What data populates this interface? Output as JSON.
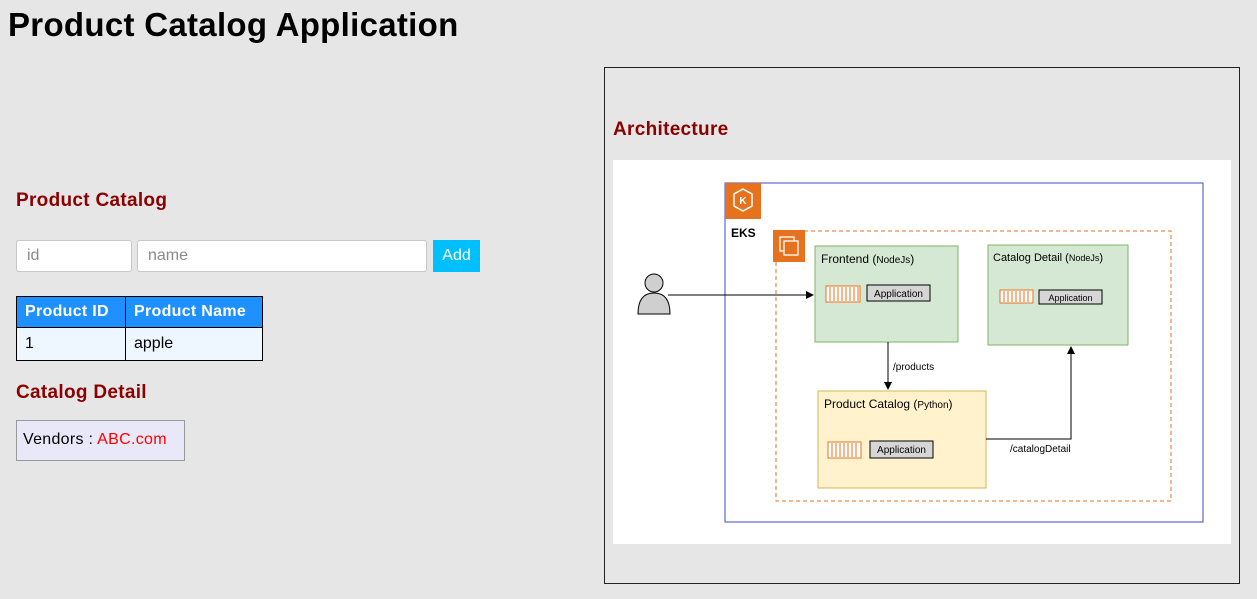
{
  "page_title": "Product Catalog Application",
  "catalog": {
    "heading": "Product Catalog",
    "id_placeholder": "id",
    "name_placeholder": "name",
    "add_label": "Add",
    "columns": [
      "Product ID",
      "Product Name"
    ],
    "rows": [
      [
        "1",
        "apple"
      ]
    ]
  },
  "detail": {
    "heading": "Catalog Detail",
    "vendors_label": "Vendors : ",
    "vendors_value": "ABC.com"
  },
  "architecture": {
    "heading": "Architecture",
    "cluster_label": "EKS",
    "frontend": {
      "name": "Frontend",
      "tech": "NodeJs",
      "app": "Application"
    },
    "catalog_detail": {
      "name": "Catalog Detail",
      "tech": "NodeJs",
      "app": "Application"
    },
    "product_catalog": {
      "name": "Product Catalog",
      "tech": "Python",
      "app": "Application"
    },
    "edge_products": "/products",
    "edge_catalog_detail": "/catalogDetail"
  },
  "colors": {
    "accent": "#00bfff",
    "heading": "#8b0000",
    "table_header": "#1e90ff",
    "link": "#ff0000",
    "aws_orange": "#e7721d"
  }
}
